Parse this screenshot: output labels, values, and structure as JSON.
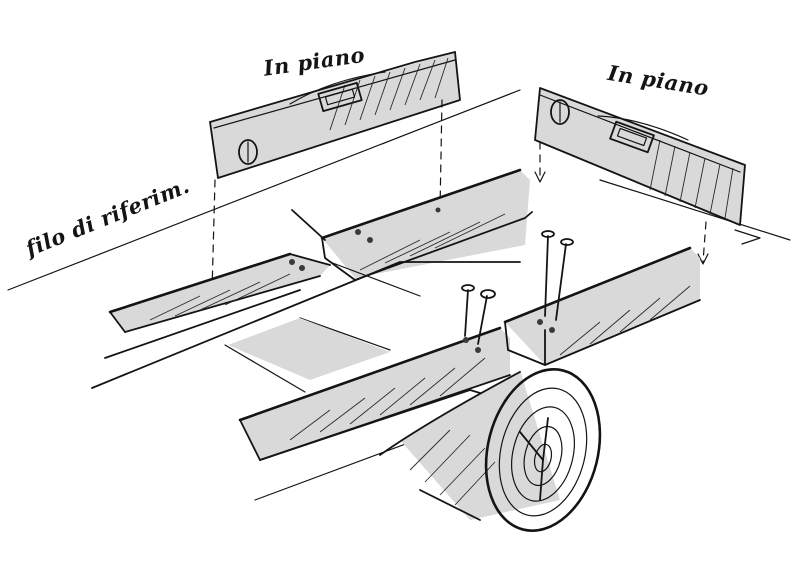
{
  "labels": {
    "level_left": "In piano",
    "level_right": "In piano",
    "reference_line": "filo di riferim."
  }
}
